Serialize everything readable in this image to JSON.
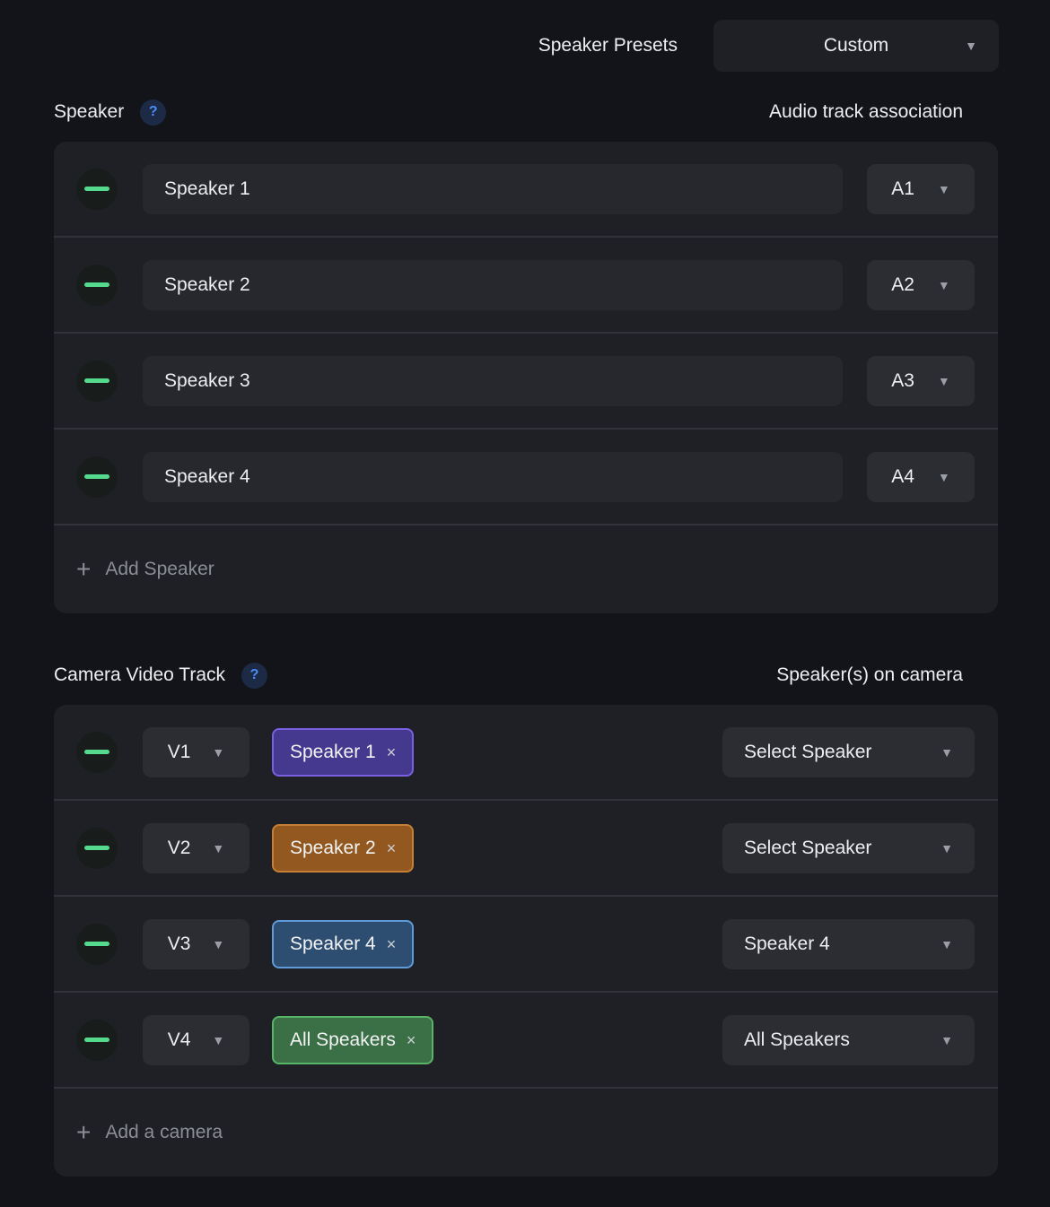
{
  "colors": {
    "page-bg": "#131419",
    "panel-bg": "#1e2025",
    "divider": "#303339",
    "field-bg": "#26282d",
    "control-bg": "#2b2d33",
    "text-primary": "#eceef0",
    "text-muted": "#8b8e95",
    "arrow": "#9b9ea5",
    "minus-bg": "#181c1a",
    "minus-green": "#55d98c",
    "help-bg": "#1c2a45",
    "help-blue": "#4c8cf5",
    "tag-purple-bg": "#45388f",
    "tag-purple-border": "#7a5fe0",
    "tag-orange-bg": "#92581f",
    "tag-orange-border": "#c67f35",
    "tag-blue-bg": "#2e4e71",
    "tag-blue-border": "#5e9bd8",
    "tag-green-bg": "#3b6f45",
    "tag-green-border": "#57b567"
  },
  "icons": {
    "help": "?",
    "add": "+",
    "dropdown_arrow": "▼",
    "tag_close": "×"
  },
  "top_bar": {
    "label": "Speaker Presets",
    "preset_value": "Custom"
  },
  "speaker_section": {
    "title": "Speaker",
    "right_label": "Audio track association",
    "add_label": "Add Speaker",
    "rows": [
      {
        "name": "Speaker 1",
        "audio_track": "A1"
      },
      {
        "name": "Speaker 2",
        "audio_track": "A2"
      },
      {
        "name": "Speaker 3",
        "audio_track": "A3"
      },
      {
        "name": "Speaker 4",
        "audio_track": "A4"
      }
    ]
  },
  "camera_section": {
    "title": "Camera Video Track",
    "right_label": "Speaker(s) on camera",
    "add_label": "Add a camera",
    "rows": [
      {
        "video_track": "V1",
        "tag": "Speaker 1",
        "tag_color": "purple",
        "select_value": "Select Speaker"
      },
      {
        "video_track": "V2",
        "tag": "Speaker 2",
        "tag_color": "orange",
        "select_value": "Select Speaker"
      },
      {
        "video_track": "V3",
        "tag": "Speaker 4",
        "tag_color": "blue",
        "select_value": "Speaker 4"
      },
      {
        "video_track": "V4",
        "tag": "All Speakers",
        "tag_color": "green",
        "select_value": "All Speakers"
      }
    ]
  }
}
